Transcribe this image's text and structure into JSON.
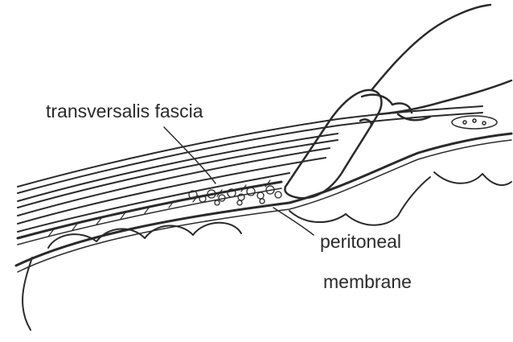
{
  "labels": {
    "transversalis_fascia": "transversalis fascia",
    "peritoneal_line1": "peritoneal",
    "peritoneal_line2": "membrane"
  },
  "colors": {
    "ink": "#2a2a2a",
    "background": "#ffffff"
  }
}
